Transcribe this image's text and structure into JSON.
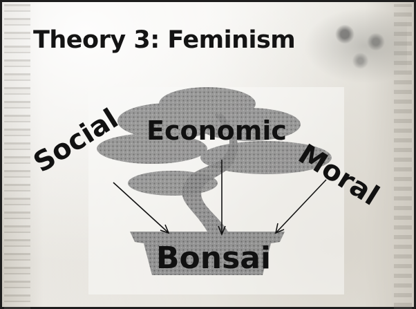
{
  "slide": {
    "title": "Theory 3: Feminism",
    "words": {
      "social": "Social",
      "economic": "Economic",
      "moral": "Moral",
      "center": "Bonsai"
    }
  },
  "colors": {
    "text": "#111111",
    "border": "#1d1d1d",
    "tree": "#6e6e6e"
  },
  "icons": [
    "bonsai-tree-illustration",
    "arrow-icon",
    "ink-flower-decoration"
  ]
}
